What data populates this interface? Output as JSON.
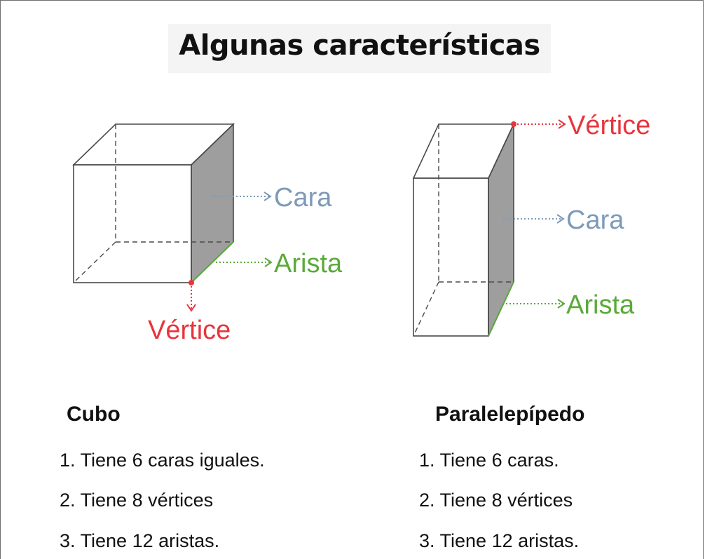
{
  "title": "Algunas características",
  "colors": {
    "cara": "#7d9ab8",
    "arista": "#5aaa3a",
    "vertice": "#e8343c",
    "face_shade": "#9e9e9e"
  },
  "cube": {
    "labels": {
      "cara": "Cara",
      "arista": "Arista",
      "vertice": "Vértice"
    },
    "heading": "Cubo",
    "items": [
      "1. Tiene 6 caras iguales.",
      "2. Tiene 8 vértices",
      "3. Tiene 12 aristas."
    ]
  },
  "prism": {
    "labels": {
      "vertice": "Vértice",
      "cara": "Cara",
      "arista": "Arista"
    },
    "heading": "Paralelepípedo",
    "items": [
      "1. Tiene 6 caras.",
      "2. Tiene 8 vértices",
      "3. Tiene 12 aristas."
    ]
  }
}
